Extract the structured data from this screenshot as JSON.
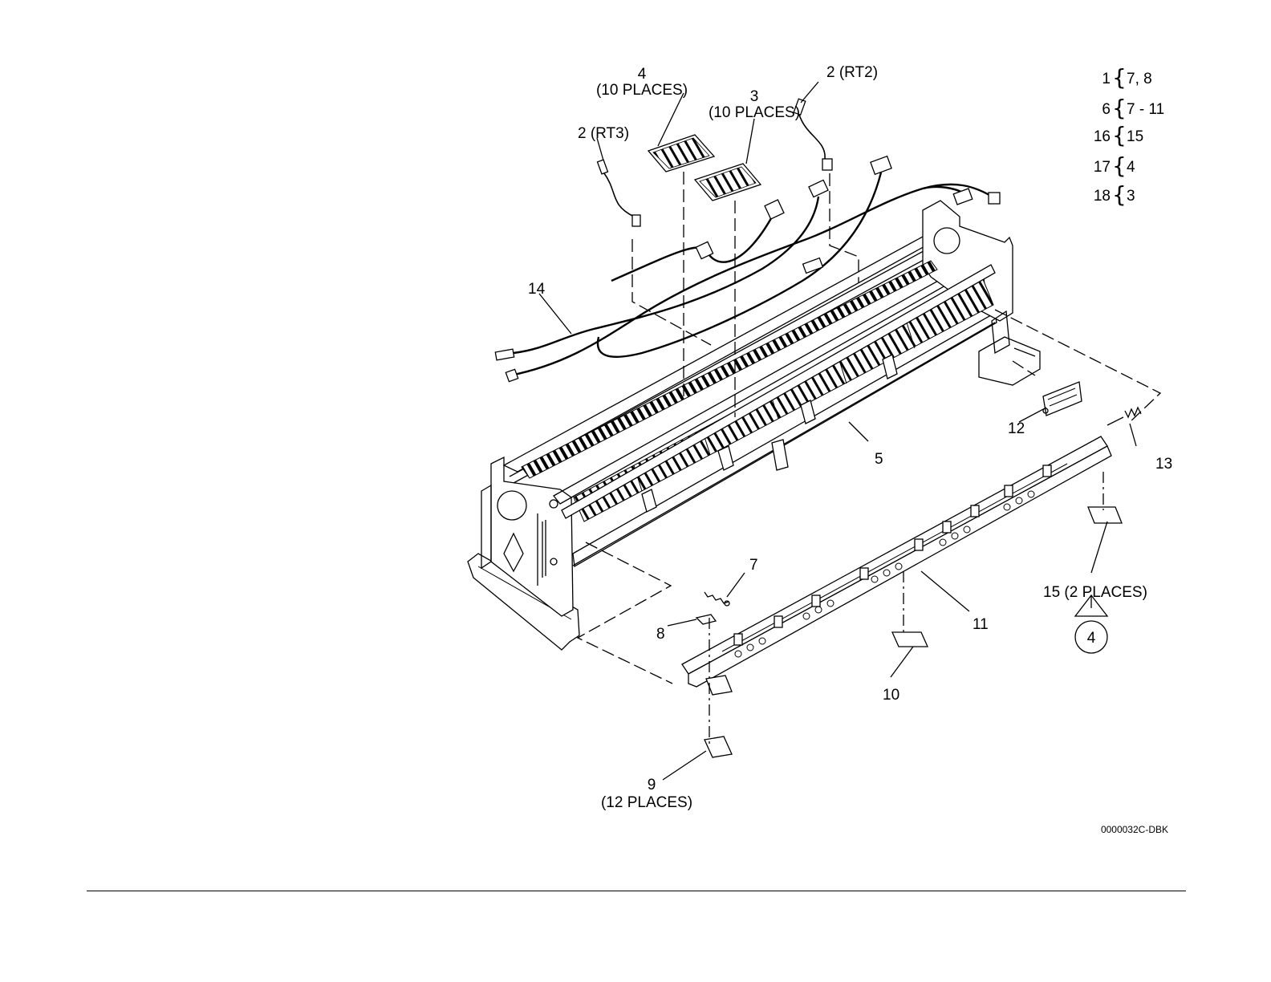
{
  "callouts": {
    "c4": {
      "num": "4",
      "qty": "(10 PLACES)"
    },
    "c3": {
      "num": "3",
      "qty": "(10 PLACES)"
    },
    "c2_rt2": "2 (RT2)",
    "c2_rt3": "2 (RT3)",
    "c14": "14",
    "c5": "5",
    "c12": "12",
    "c13": "13",
    "c7": "7",
    "c8": "8",
    "c11": "11",
    "c10": "10",
    "c15": "15  (2 PLACES)",
    "c15_ref": "4",
    "c9": {
      "num": "9",
      "qty": "(12 PLACES)"
    }
  },
  "kit_table": [
    {
      "kit": "1",
      "parts": "7, 8"
    },
    {
      "kit": "6",
      "parts": "7 - 11"
    },
    {
      "kit": "16",
      "parts": "15"
    },
    {
      "kit": "17",
      "parts": "4"
    },
    {
      "kit": "18",
      "parts": "3"
    }
  ],
  "figure_id": "0000032C-DBK"
}
